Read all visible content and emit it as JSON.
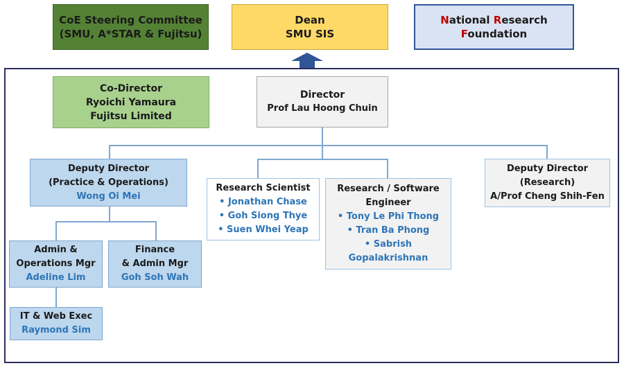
{
  "colors": {
    "steering_fill": "#548235",
    "dean_fill": "#ffd966",
    "nrf_fill": "#dae3f3",
    "codirector_fill": "#a9d18e",
    "light_blue_fill": "#bdd7ee",
    "grey_fill": "#f2f2f2",
    "frame": "#2b2d5e",
    "arrow": "#2f5597",
    "connector": "#7fa6cf",
    "name_text": "#2e75b6",
    "accent_red": "#c00000"
  },
  "top": {
    "steering": {
      "line1": "CoE Steering Committee",
      "line2": "(SMU, A*STAR & Fujitsu)"
    },
    "dean": {
      "line1": "Dean",
      "line2": "SMU SIS"
    },
    "nrf": {
      "w1_initial": "N",
      "w1_rest": "ational ",
      "w2_initial": "R",
      "w2_rest": "esearch",
      "w3_initial": "F",
      "w3_rest": "oundation"
    }
  },
  "codirector": {
    "title": "Co-Director",
    "name": "Ryoichi Yamaura",
    "org": "Fujitsu Limited"
  },
  "director": {
    "title": "Director",
    "name": "Prof Lau Hoong Chuin"
  },
  "deputy_practice": {
    "title": "Deputy Director",
    "subtitle": "(Practice & Operations)",
    "name": "Wong Oi Mei"
  },
  "deputy_research": {
    "title": "Deputy Director",
    "subtitle": "(Research)",
    "name": "A/Prof Cheng Shih-Fen"
  },
  "research_scientist": {
    "title": "Research Scientist",
    "members": [
      "Jonathan Chase",
      "Goh Siong Thye",
      "Suen Whei Yeap"
    ]
  },
  "research_engineer": {
    "title1": "Research / Software",
    "title2": "Engineer",
    "members": [
      "Tony Le Phi Thong",
      "Tran Ba Phong",
      "Sabrish"
    ],
    "extra_line": "Gopalakrishnan"
  },
  "admin_ops": {
    "line1": "Admin &",
    "line2": "Operations Mgr",
    "name": "Adeline Lim"
  },
  "finance_admin": {
    "line1": "Finance",
    "line2": "& Admin Mgr",
    "name": "Goh Soh Wah"
  },
  "it_web": {
    "title": "IT & Web Exec",
    "name": "Raymond Sim"
  }
}
